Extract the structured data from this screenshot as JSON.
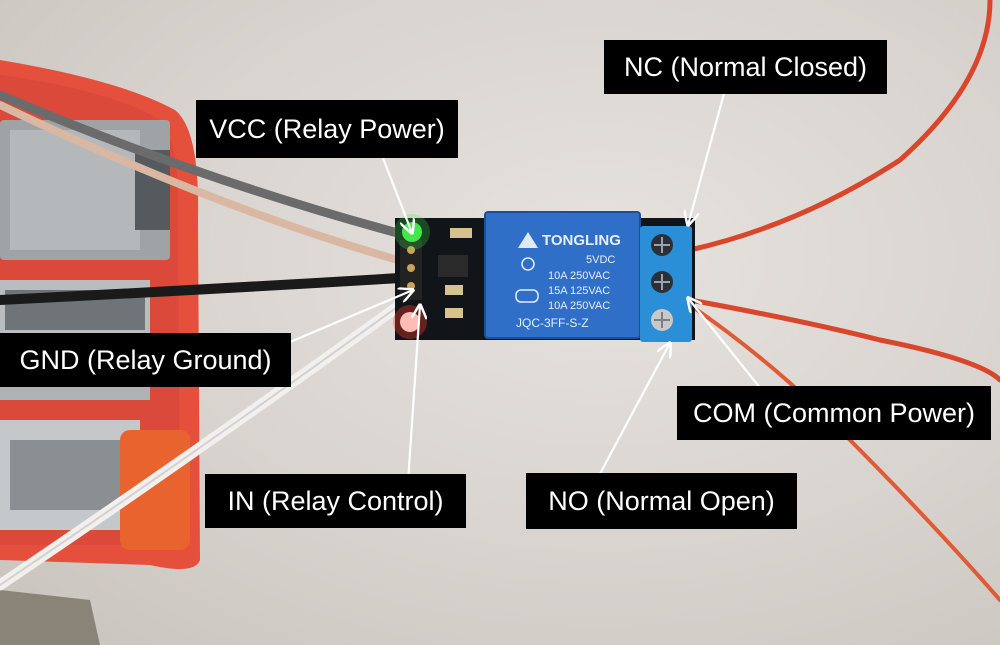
{
  "labels": {
    "vcc": "VCC (Relay Power)",
    "gnd": "GND (Relay Ground)",
    "in": "IN (Relay Control)",
    "nc": "NC (Normal Closed)",
    "com": "COM (Common Power)",
    "no": "NO (Normal Open)"
  },
  "relay_markings": {
    "brand": "TONGLING",
    "voltage": "5VDC",
    "rating_1": "10A 250VAC",
    "rating_2": "15A 125VAC",
    "rating_3": "10A 250VAC",
    "model": "JQC-3FF-S-Z"
  },
  "colors": {
    "label_bg": "#000000",
    "label_text": "#ffffff",
    "relay_blue": "#2f6fc8",
    "terminal_blue": "#2a8fd6",
    "led_green": "#41e84a",
    "led_red": "#ff3b2a",
    "pi_case_red": "#e84a3a",
    "wire_red": "#d8472c"
  }
}
